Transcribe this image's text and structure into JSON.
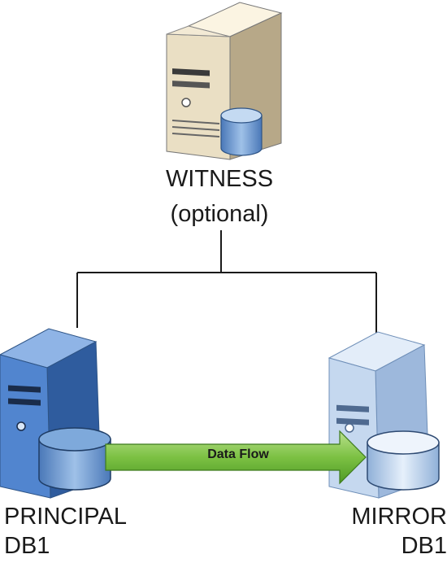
{
  "witness": {
    "title": "WITNESS",
    "subtitle": "(optional)"
  },
  "principal": {
    "title": "PRINCIPAL",
    "database": "DB1"
  },
  "mirror": {
    "title": "MIRROR",
    "database": "DB1"
  },
  "flow": {
    "label": "Data Flow"
  },
  "colors": {
    "witness_server": "#e8dcc0",
    "principal_server": "#4f80c9",
    "mirror_server": "#b6cbe6",
    "arrow": "#7cc143",
    "connector_line": "#1a1a1a",
    "database": "#9fbde0"
  }
}
